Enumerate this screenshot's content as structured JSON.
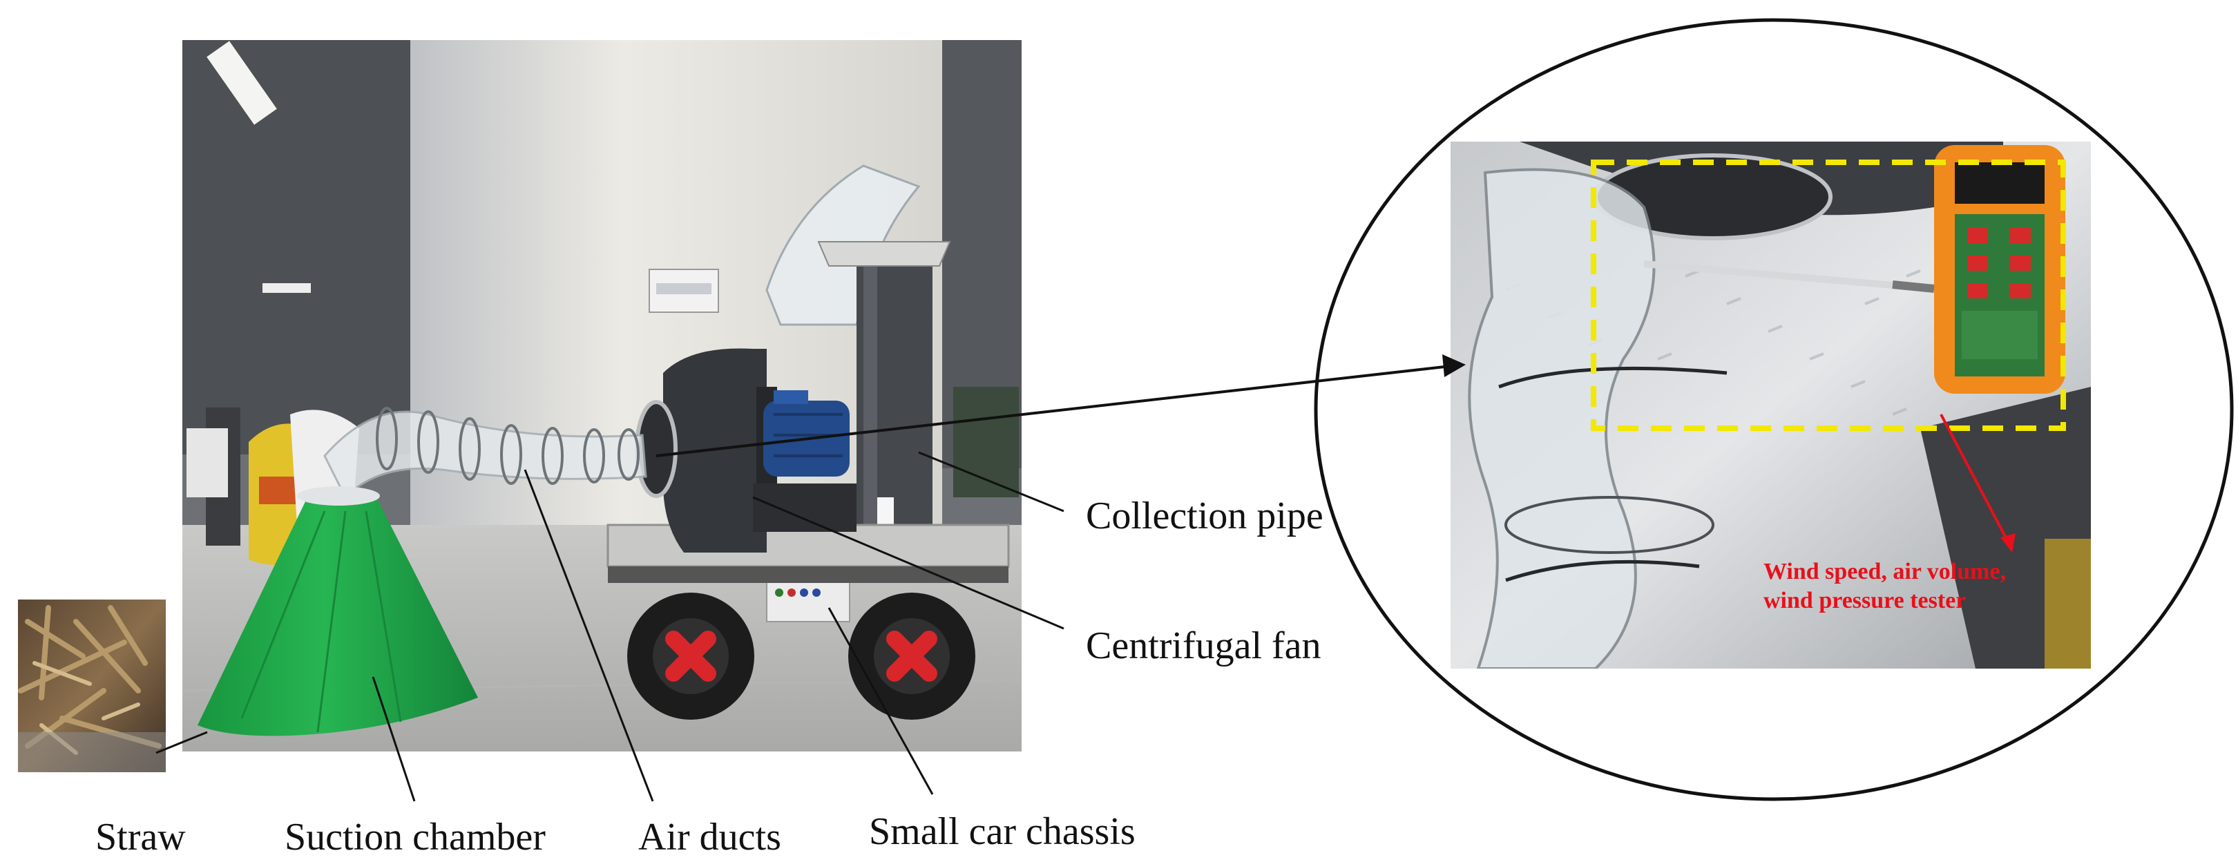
{
  "labels": {
    "straw": "Straw",
    "suction_chamber": "Suction chamber",
    "air_ducts": "Air ducts",
    "small_car_chassis": "Small car chassis",
    "collection_pipe": "Collection pipe",
    "centrifugal_fan": "Centrifugal fan",
    "tester_line1": "Wind speed, air volume,",
    "tester_line2": "wind pressure tester"
  },
  "colors": {
    "cone_green": "#1faa4a",
    "highlight_box": "#f2e800",
    "tester_label": "#e8101a",
    "tester_body": "#f08a1c",
    "motor_blue": "#234a8a",
    "wheel_hub": "#d8262a",
    "pipe_gray": "#45484d",
    "outline": "#111111"
  }
}
